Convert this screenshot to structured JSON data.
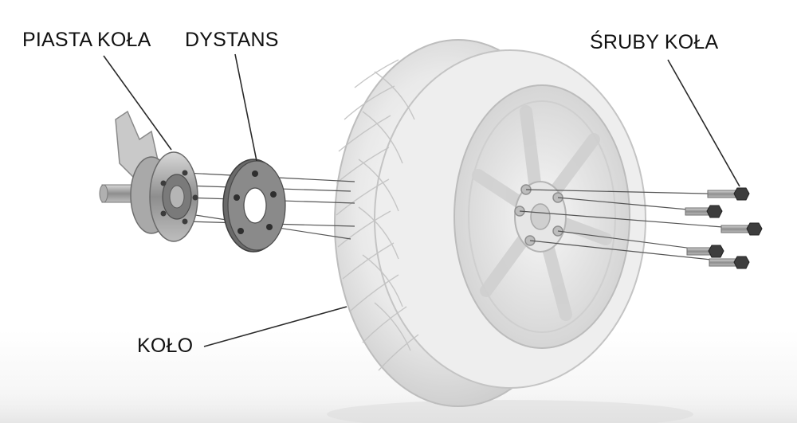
{
  "labels": {
    "hub": "PIASTA KOŁA",
    "spacer": "DYSTANS",
    "bolts": "ŚRUBY KOŁA",
    "wheel": "KOŁO"
  },
  "colors": {
    "leader": "#2a2a2a",
    "tire": "#d6d6d6",
    "rim": "#e4e4e4",
    "metal": "#9a9a9a",
    "spacer": "#5a5a5a"
  }
}
